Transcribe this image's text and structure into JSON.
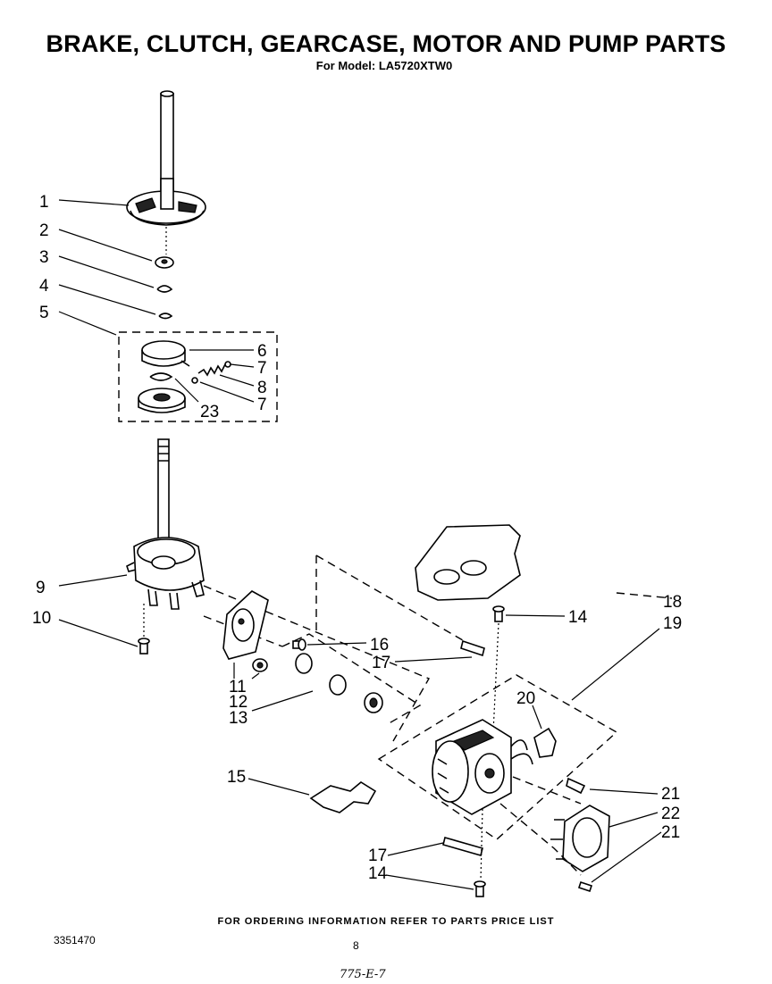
{
  "header": {
    "title": "BRAKE, CLUTCH, GEARCASE, MOTOR AND PUMP PARTS",
    "subtitle": "For Model: LA5720XTW0"
  },
  "footer": {
    "note": "FOR ORDERING INFORMATION REFER TO PARTS PRICE LIST",
    "doc_number": "3351470",
    "page_number": "8",
    "handwritten": "775-E-7"
  },
  "callouts": {
    "c1": "1",
    "c2": "2",
    "c3": "3",
    "c4": "4",
    "c5": "5",
    "c6": "6",
    "c7a": "7",
    "c8": "8",
    "c7b": "7",
    "c23": "23",
    "c9": "9",
    "c10": "10",
    "c11": "11",
    "c12": "12",
    "c13": "13",
    "c16": "16",
    "c17a": "17",
    "c14a": "14",
    "c18": "18",
    "c19": "19",
    "c20": "20",
    "c15": "15",
    "c21a": "21",
    "c22": "22",
    "c21b": "21",
    "c17b": "17",
    "c14b": "14"
  }
}
